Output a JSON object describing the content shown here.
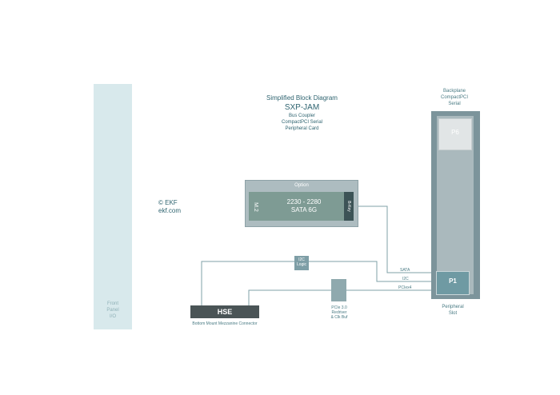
{
  "title": {
    "line1": "Simplified Block Diagram",
    "line2": "SXP-JAM",
    "line3": "Bus Coupler",
    "line4": "CompactPCI Serial",
    "line5": "Peripheral Card"
  },
  "copyright": {
    "line1": "© EKF",
    "line2": "ekf.com"
  },
  "front_panel": {
    "line1": "Front",
    "line2": "Panel",
    "line3": "I/O"
  },
  "backplane": {
    "line1": "Backplane",
    "line2": "CompactPCI",
    "line3": "Serial",
    "p6_label": "P6",
    "p1_label": "P1",
    "slot_line1": "Peripheral",
    "slot_line2": "Slot"
  },
  "option_module": {
    "header": "Option",
    "connector": "M.2",
    "size": "2230 - 2280",
    "interface": "SATA 6G",
    "key": "B-Key"
  },
  "i2c_logic": {
    "line1": "I2C",
    "line2": "Logic"
  },
  "hse": {
    "label": "HSE",
    "caption": "Bottom Mount Mezzanine Connector"
  },
  "pcie_buffer": {
    "line1": "PCIe 3.0",
    "line2": "Redriver",
    "line3": "& Clk Buf"
  },
  "signals": {
    "sata": "SATA",
    "i2c": "I2C",
    "pcie": "PCIex4"
  },
  "colors": {
    "front_panel": "#d8e9ec",
    "backplane_outer": "#7c949b",
    "backplane_inner": "#aab9bd",
    "m2_module": "#7e9b94",
    "hse": "#4a5456",
    "wire": "#7fa0a7"
  }
}
